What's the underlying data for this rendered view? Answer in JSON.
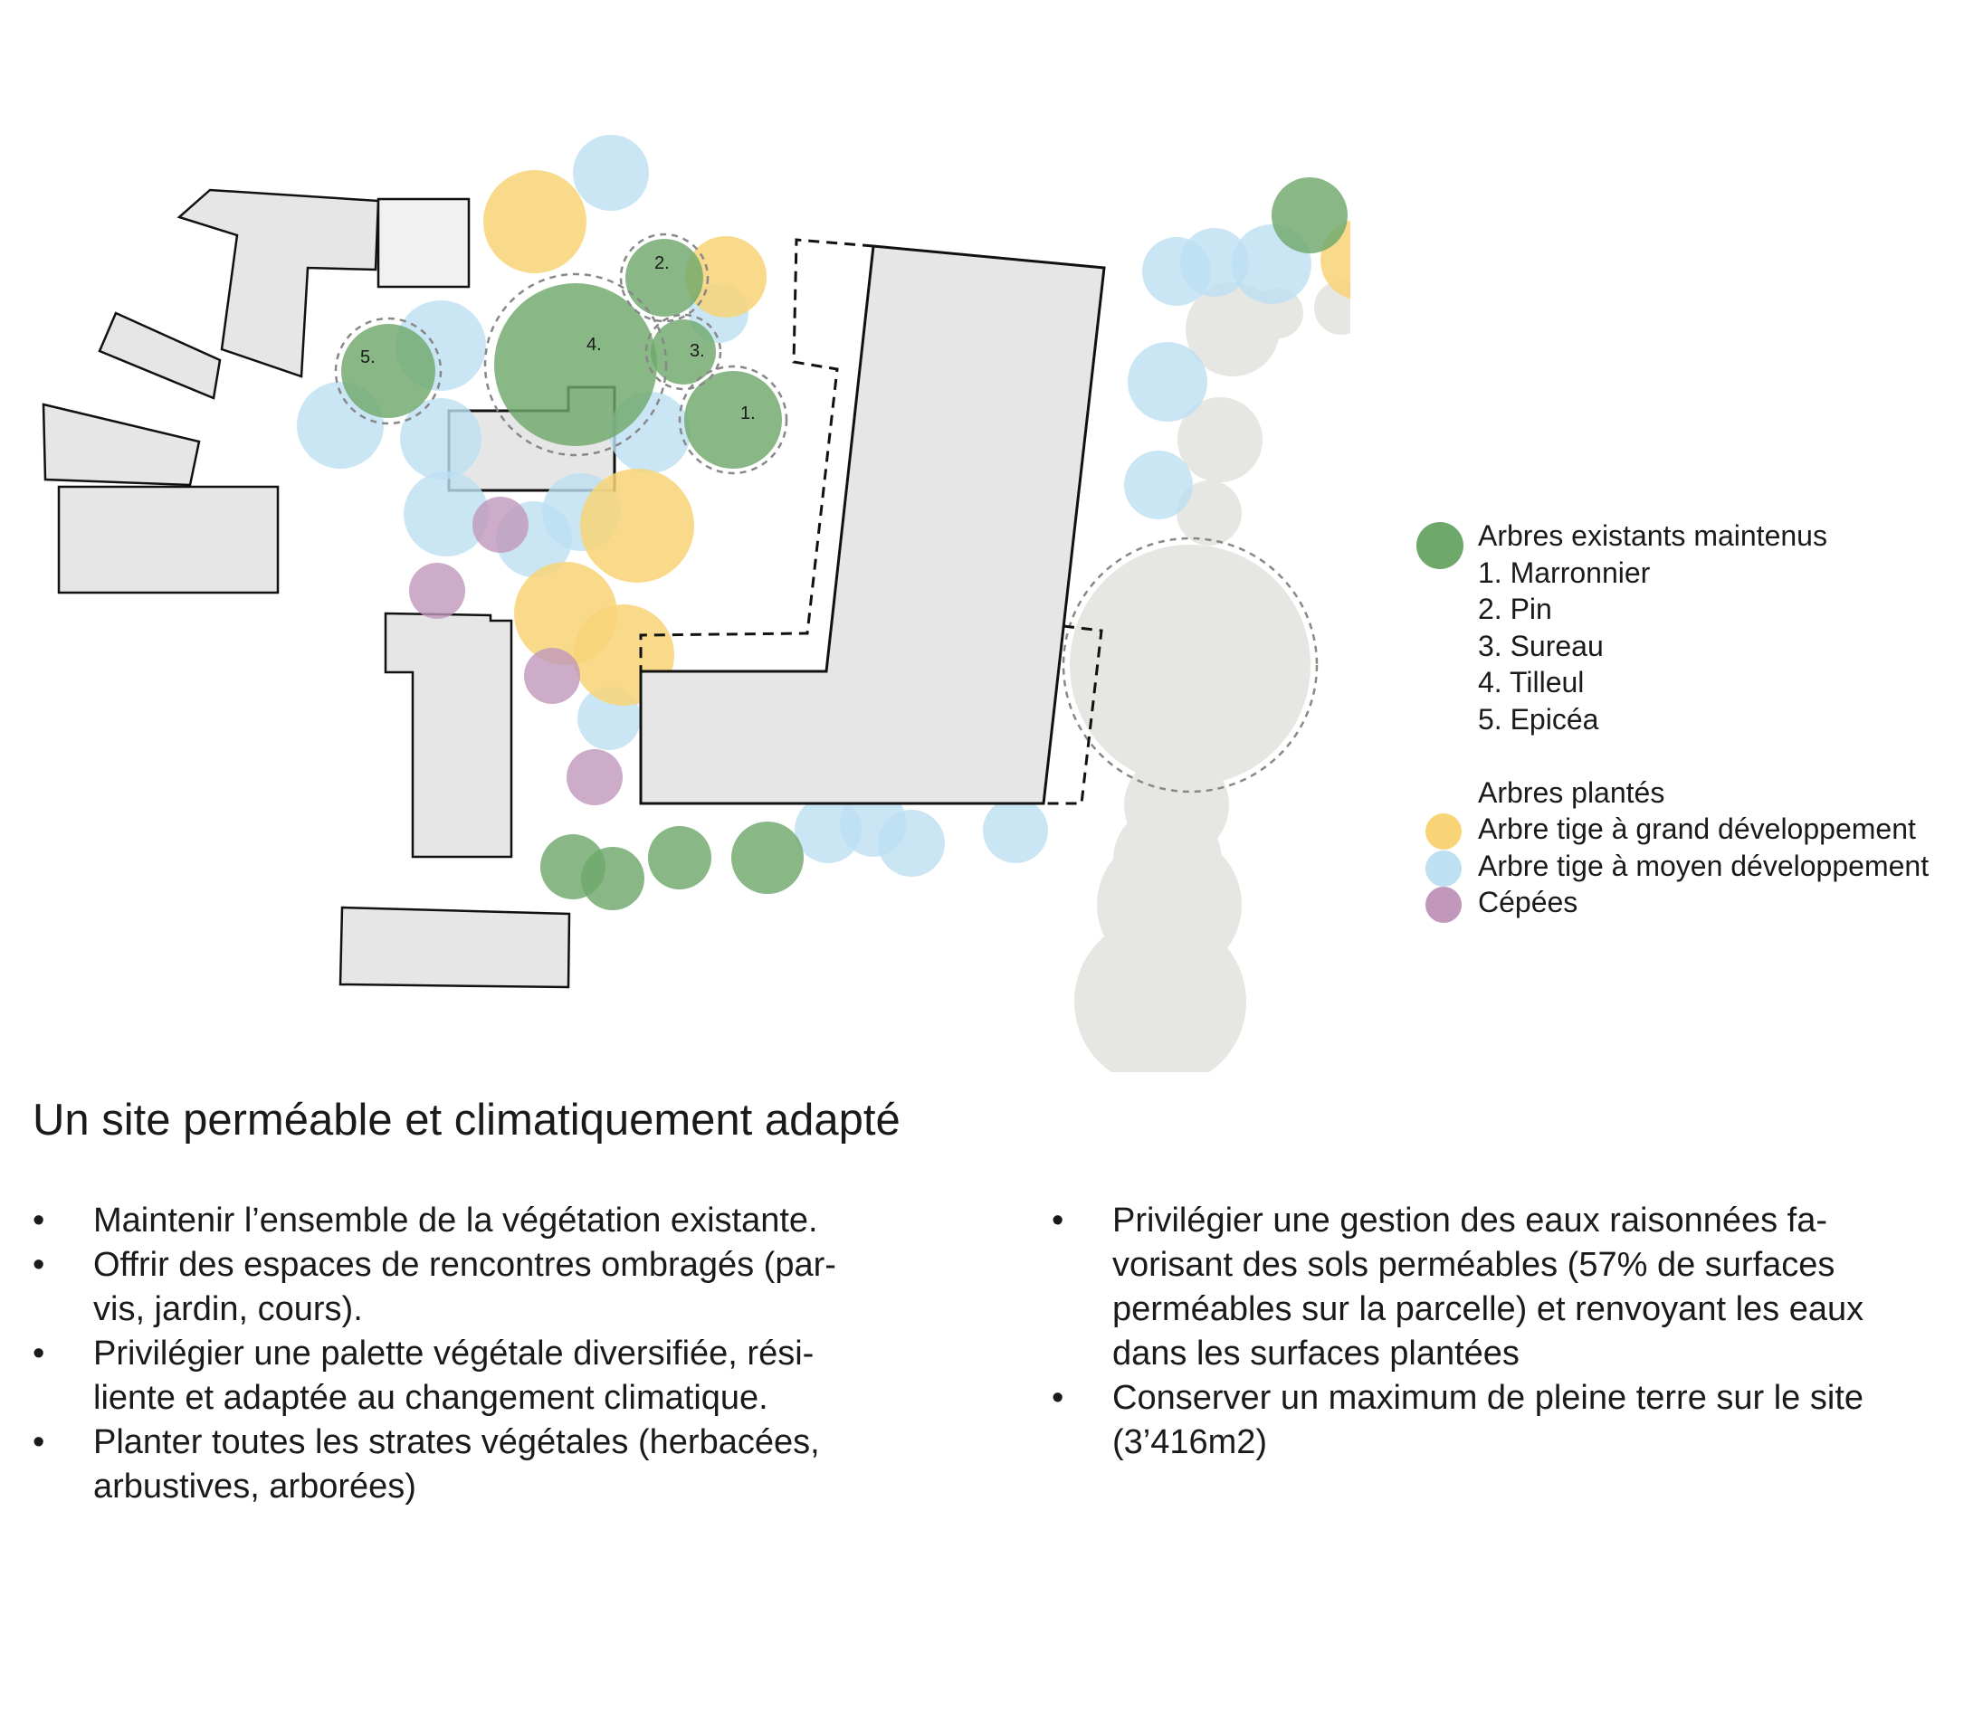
{
  "colors": {
    "existing_tree": "#6fa86b",
    "large_tree": "#f8d477",
    "medium_tree": "#bde0f2",
    "cepee": "#c197bc",
    "building_fill": "#e6e6e6",
    "neighbor_tree": "#e6e6e3",
    "outline": "#111111",
    "dashed": "#888888"
  },
  "plan": {
    "tree_labels": [
      "1.",
      "2.",
      "3.",
      "4.",
      "5."
    ]
  },
  "legend": {
    "existing_title": "Arbres existants maintenus",
    "existing_items": [
      "1. Marronnier",
      "2. Pin",
      "3. Sureau",
      "4. Tilleul",
      "5. Epicéa"
    ],
    "planted_title": "Arbres plantés",
    "planted_items": [
      {
        "label": "Arbre tige à grand développement",
        "color": "#f8d477"
      },
      {
        "label": "Arbre tige à moyen développement",
        "color": "#bde0f2"
      },
      {
        "label": "Cépées",
        "color": "#c197bc"
      }
    ]
  },
  "title": "Un site perméable et climatiquement adapté",
  "bullets_left": [
    [
      "Maintenir l’ensemble de la végétation existante."
    ],
    [
      "Offrir des espaces de rencontres ombragés (par-",
      "vis, jardin, cours)."
    ],
    [
      "Privilégier une palette végétale diversifiée, rési-",
      "liente et adaptée au changement climatique."
    ],
    [
      "Planter toutes les strates végétales (herbacées,",
      "arbustives, arborées)"
    ]
  ],
  "bullets_right": [
    [
      "Privilégier une gestion des eaux raisonnées fa-",
      "vorisant des sols perméables (57% de surfaces",
      "perméables sur la parcelle) et renvoyant les eaux",
      "dans les surfaces plantées"
    ],
    [
      "Conserver un maximum de pleine terre sur le site",
      "(3’416m2)"
    ]
  ]
}
